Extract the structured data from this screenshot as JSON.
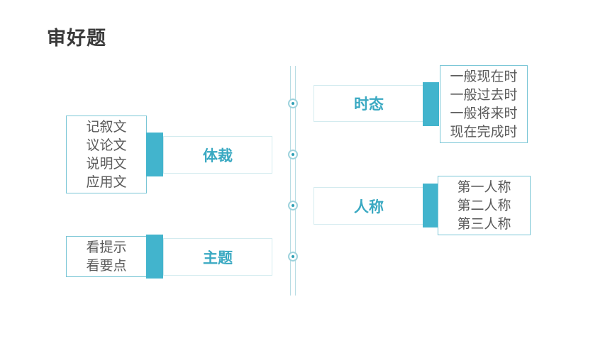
{
  "title": "审好题",
  "branches": {
    "tense": {
      "label": "时态",
      "items": [
        "一般现在时",
        "一般过去时",
        "一般将来时",
        "现在完成时"
      ]
    },
    "genre": {
      "label": "体裁",
      "items": [
        "记叙文",
        "议论文",
        "说明文",
        "应用文"
      ]
    },
    "person": {
      "label": "人称",
      "items": [
        "第一人称",
        "第二人称",
        "第三人称"
      ]
    },
    "theme": {
      "label": "主题",
      "items": [
        "看提示",
        "看要点"
      ]
    }
  },
  "colors": {
    "accent": "#42b4cd",
    "label_text": "#3aa9c2",
    "detail_border": "#7ac6d6",
    "line": "#b9dde4",
    "title_text": "#3a3a3a",
    "detail_text": "#5a5a5a"
  }
}
